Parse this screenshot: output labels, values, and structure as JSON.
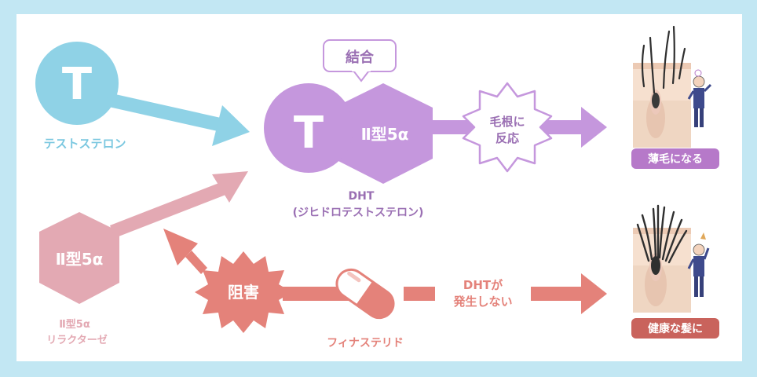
{
  "colors": {
    "background": "#c2e7f3",
    "panel": "#ffffff",
    "testosterone": "#8fd2e6",
    "dht": "#c597dd",
    "enzyme": "#e3a9b3",
    "finasteride": "#e4827a",
    "thinning_badge": "#b679c9",
    "healthy_badge": "#c9635c"
  },
  "testosterone": {
    "symbol": "T",
    "label": "テストステロン"
  },
  "enzyme": {
    "symbol": "Ⅱ型5α",
    "label_line1": "Ⅱ型5α",
    "label_line2": "リラクターゼ"
  },
  "dht": {
    "bubble": "結合",
    "t_symbol": "T",
    "enzyme_symbol": "Ⅱ型5α",
    "label_line1": "DHT",
    "label_line2": "(ジヒドロテストステロン)"
  },
  "reaction": {
    "line1": "毛根に",
    "line2": "反応"
  },
  "outcome_top": {
    "badge": "薄毛になる"
  },
  "block": {
    "label": "阻害"
  },
  "finasteride": {
    "label": "フィナステリド"
  },
  "no_dht": {
    "line1": "DHTが",
    "line2": "発生しない"
  },
  "outcome_bottom": {
    "badge": "健康な髪に"
  }
}
